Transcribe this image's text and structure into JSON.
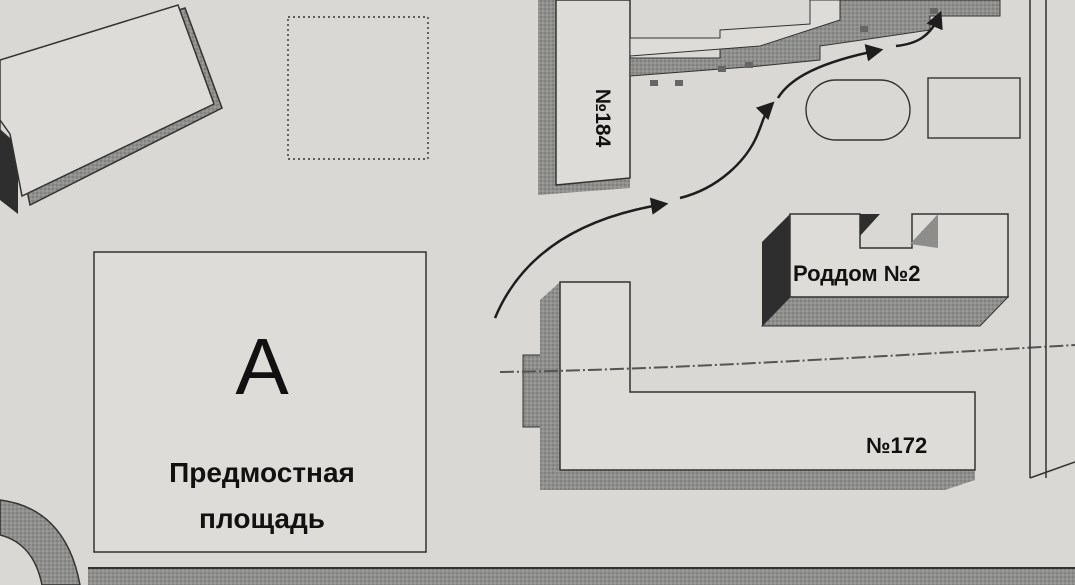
{
  "map": {
    "square": {
      "letter": "А",
      "name_line1": "Предмостная",
      "name_line2": "площадь"
    },
    "buildings": {
      "b184": "№184",
      "maternity": "Роддом №2",
      "b172": "№172"
    },
    "colors": {
      "paper": "#d9d8d4",
      "line": "#2b2b2b",
      "building_shade": "#8d8d8b",
      "dark_edge": "#2e2e2e"
    }
  }
}
